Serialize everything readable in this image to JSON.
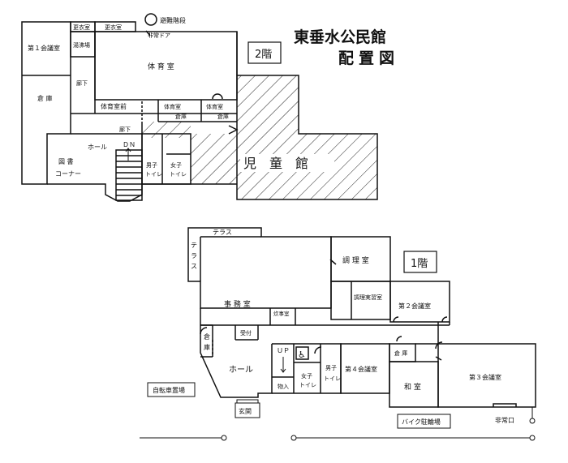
{
  "title_line1": "東垂水公民館",
  "title_line2": "配置図",
  "floor2": {
    "badge": "2階",
    "evac_stairs": "避難階段",
    "rooms": {
      "changing1": "更衣室",
      "changing2": "更衣室",
      "water_heater": "湯沸場",
      "conference1": "第１会議室",
      "storage": "倉 庫",
      "corridor_v": "廊下",
      "emergency_door": "非常ドア",
      "gym": "体 育 室",
      "gym_front": "体育室前",
      "gym_store1_a": "体育室",
      "gym_store1_b": "倉庫",
      "gym_store2_a": "体育室",
      "gym_store2_b": "倉庫",
      "corridor_h": "廊下",
      "hall": "ホール",
      "library_a": "図 書",
      "library_b": "コーナー",
      "dn": "ＤＮ",
      "men_a": "男子",
      "men_b": "トイレ",
      "women_a": "女子",
      "women_b": "トイレ",
      "children_hall": "児　童　館"
    }
  },
  "floor1": {
    "badge": "1階",
    "terrace_top": "テラス",
    "terrace_side": [
      "テ",
      "ラ",
      "ス"
    ],
    "rooms": {
      "kitchen": "調 理 室",
      "kitchen_prep": "調理実習室",
      "office": "事 務 室",
      "hot_water_room": "炊事室",
      "reception": "受付",
      "storage_a": "倉",
      "storage_b": "庫",
      "hall": "ホール",
      "up": "ＵＰ",
      "goods_in": "物入",
      "women_a": "女子",
      "women_b": "トイレ",
      "men_a": "男子",
      "men_b": "トイレ",
      "conference4": "第４会議室",
      "conference2": "第２会議室",
      "storage2": "倉 庫",
      "japanese_room": "和 室",
      "conference3": "第３会議室",
      "entrance": "玄関",
      "emergency_exit": "非常口"
    },
    "bicycle_parking": "自転車置場",
    "bike_parking": "バイク駐輪場"
  }
}
